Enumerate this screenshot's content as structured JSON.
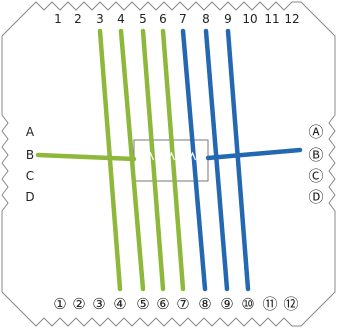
{
  "colors": {
    "green": "#8db83b",
    "blue": "#2468b2",
    "frame": "#888888",
    "text": "#222222"
  },
  "top_labels": [
    "1",
    "2",
    "3",
    "4",
    "5",
    "6",
    "7",
    "8",
    "9",
    "10",
    "11",
    "12"
  ],
  "bottom_labels": [
    "①",
    "②",
    "③",
    "④",
    "⑤",
    "⑥",
    "⑦",
    "⑧",
    "⑨",
    "⑩",
    "⑪",
    "⑫"
  ],
  "left_labels": [
    "A",
    "B",
    "C",
    "D"
  ],
  "right_labels": [
    "Ⓐ",
    "Ⓑ",
    "Ⓒ",
    "Ⓓ"
  ],
  "top_wires": [
    {
      "from": "3",
      "to": "④",
      "color": "green"
    },
    {
      "from": "4",
      "to": "⑤",
      "color": "green"
    },
    {
      "from": "5",
      "to": "⑥",
      "color": "green"
    },
    {
      "from": "6",
      "to": "⑦",
      "color": "green"
    },
    {
      "from": "7",
      "to": "⑧",
      "color": "blue"
    },
    {
      "from": "8",
      "to": "⑨",
      "color": "blue"
    },
    {
      "from": "9",
      "to": "⑩",
      "color": "blue"
    }
  ],
  "side_wires": [
    {
      "from": "B",
      "color": "green"
    },
    {
      "from": "Ⓑ",
      "color": "blue"
    }
  ]
}
